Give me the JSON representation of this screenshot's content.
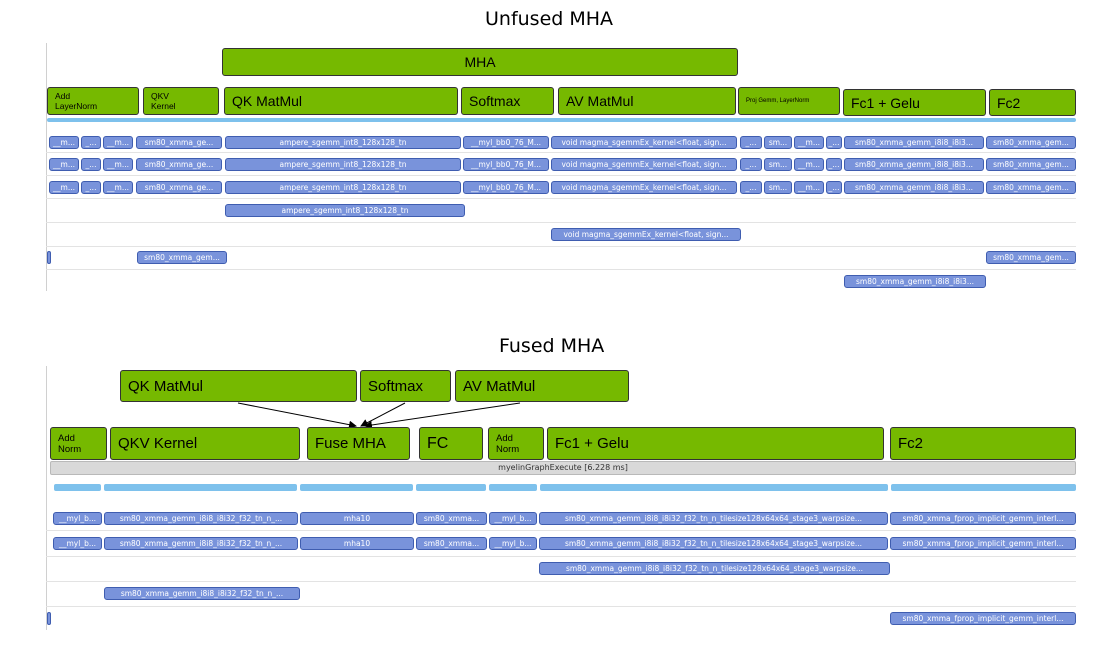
{
  "unfused": {
    "title": "Unfused MHA",
    "mha_label": "MHA",
    "ops": {
      "add_layernorm": "Add\nLayerNorm",
      "qkv_kernel": "QKV\nKernel",
      "qk_matmul": "QK MatMul",
      "softmax": "Softmax",
      "av_matmul": "AV MatMul",
      "proj_gemm": "Proj Gemm, LayerNorm",
      "fc1_gelu": "Fc1 + Gelu",
      "fc2": "Fc2"
    },
    "kernels": {
      "m": "__m...",
      "dash": "_...",
      "sm80_ge": "sm80_xmma_ge...",
      "ampere": "ampere_sgemm_int8_128x128_tn",
      "myl": "__myl_bb0_76_M...",
      "magma": "void magma_sgemmEx_kernel<float, sign...",
      "magma_short": "void magma_sgemmEx_kernel<float, sign...",
      "sm": "sm...",
      "i8i3": "sm80_xmma_gemm_i8i8_i8i3...",
      "gem": "sm80_xmma_gem...",
      "xmma_gem": "sm80_xmma_gem..."
    }
  },
  "fused": {
    "title": "Fused MHA",
    "callouts": {
      "qk_matmul": "QK MatMul",
      "softmax": "Softmax",
      "av_matmul": "AV MatMul"
    },
    "ops": {
      "add_norm": "Add\nNorm",
      "qkv_kernel": "QKV Kernel",
      "fuse_mha": "Fuse MHA",
      "fc": "FC",
      "add_norm2": "Add\nNorm",
      "fc1_gelu": "Fc1 + Gelu",
      "fc2": "Fc2"
    },
    "graph_execute": "myelinGraphExecute [6.228 ms]",
    "kernels": {
      "myl_b": "__myl_b...",
      "sm80_n": "sm80_xmma_gemm_i8i8_i8i32_f32_tn_n_...",
      "mha10": "mha10",
      "sm80_xmma": "sm80_xmma...",
      "tile": "sm80_xmma_gemm_i8i8_i8i32_f32_tn_n_tilesize128x64x64_stage3_warpsize...",
      "fprop": "sm80_xmma_fprop_implicit_gemm_interl..."
    }
  },
  "colors": {
    "op_green": "#76b900",
    "kernel_blue": "#7993db",
    "stream_light_blue": "#7ec1ec"
  }
}
